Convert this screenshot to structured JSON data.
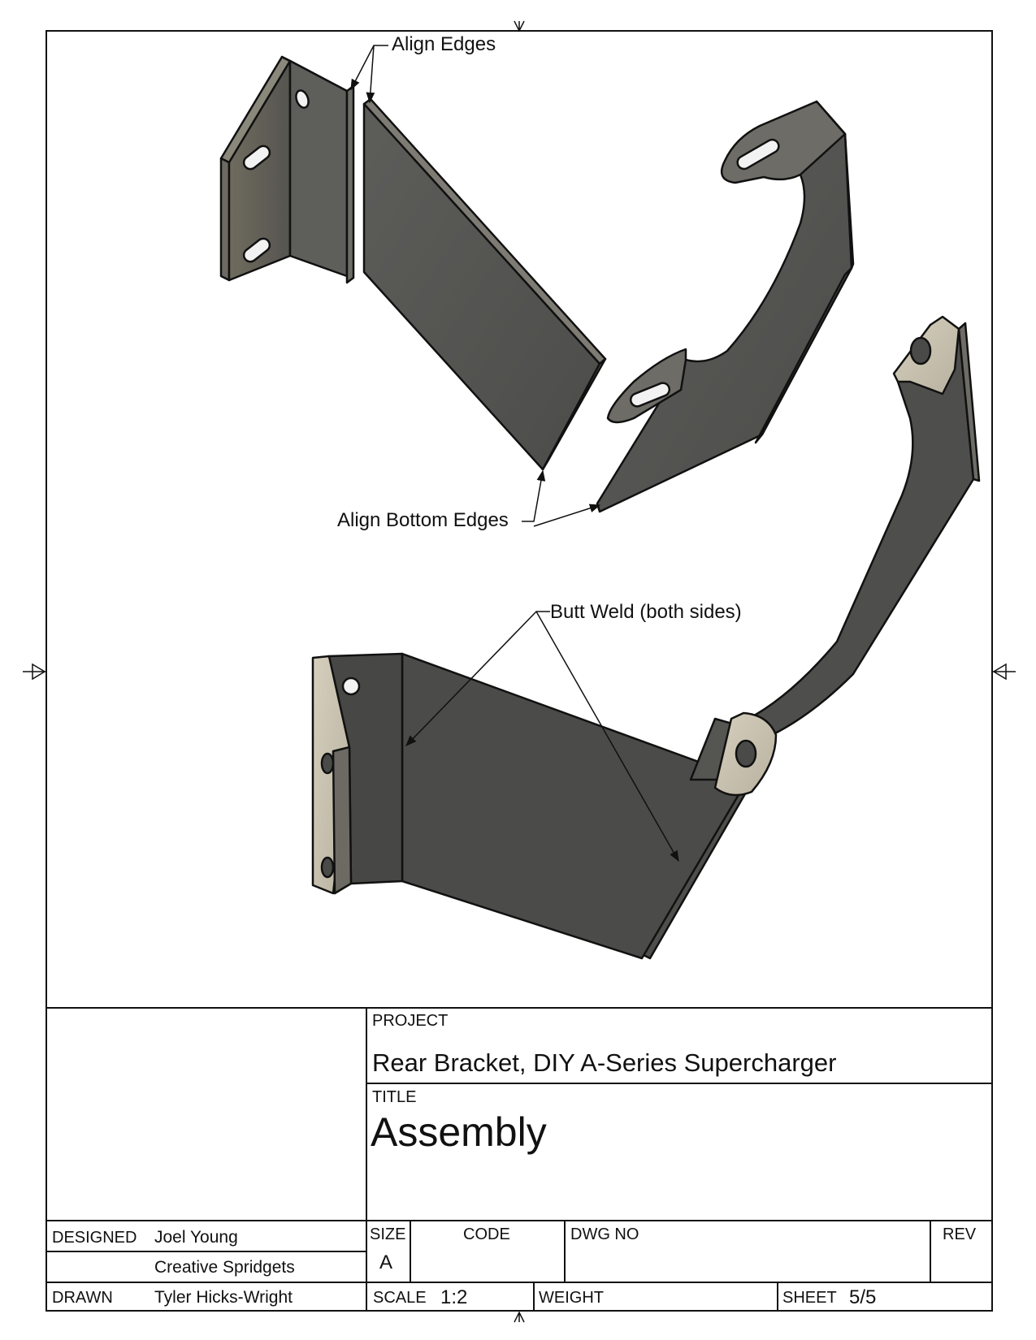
{
  "annotations": {
    "align_edges": "Align Edges",
    "align_bottom_edges": "Align Bottom Edges",
    "butt_weld": "Butt Weld (both sides)"
  },
  "title_block": {
    "project_label": "PROJECT",
    "project_value": "Rear Bracket, DIY A-Series Supercharger",
    "title_label": "TITLE",
    "title_value": "Assembly",
    "designed_label": "DESIGNED",
    "designed_value": "Joel Young",
    "company": "Creative Spridgets",
    "drawn_label": "DRAWN",
    "drawn_value": "Tyler Hicks-Wright",
    "size_label": "SIZE",
    "size_value": "A",
    "code_label": "CODE",
    "dwg_no_label": "DWG NO",
    "rev_label": "REV",
    "scale_label": "SCALE",
    "scale_value": "1:2",
    "weight_label": "WEIGHT",
    "sheet_label": "SHEET",
    "sheet_value": "5/5"
  },
  "colors": {
    "part_dark": "#4d4d4b",
    "part_mid": "#5b5b58",
    "edge_light": "#8d8a7e",
    "flange_light": "#c9c2b0",
    "line": "#111111"
  }
}
